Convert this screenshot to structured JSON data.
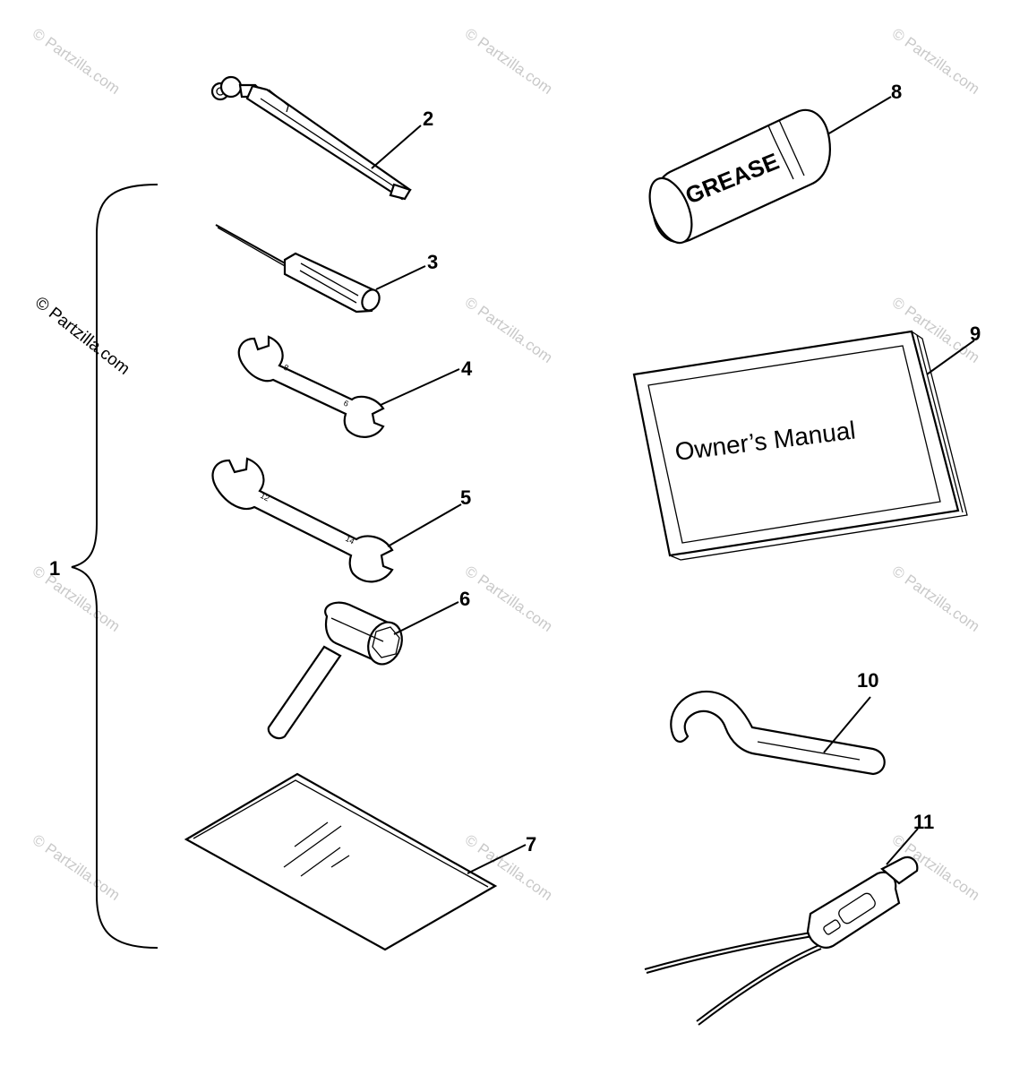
{
  "callouts": {
    "c1": "1",
    "c2": "2",
    "c3": "3",
    "c4": "4",
    "c5": "5",
    "c6": "6",
    "c7": "7",
    "c8": "8",
    "c9": "9",
    "c10": "10",
    "c11": "11"
  },
  "labels": {
    "grease_label": "GREASE",
    "manual_title": "Owner’s Manual",
    "wrench4_marks": [
      "8",
      "6"
    ],
    "wrench5_marks": [
      "12",
      "14"
    ]
  },
  "watermark": "© Partzilla.com"
}
